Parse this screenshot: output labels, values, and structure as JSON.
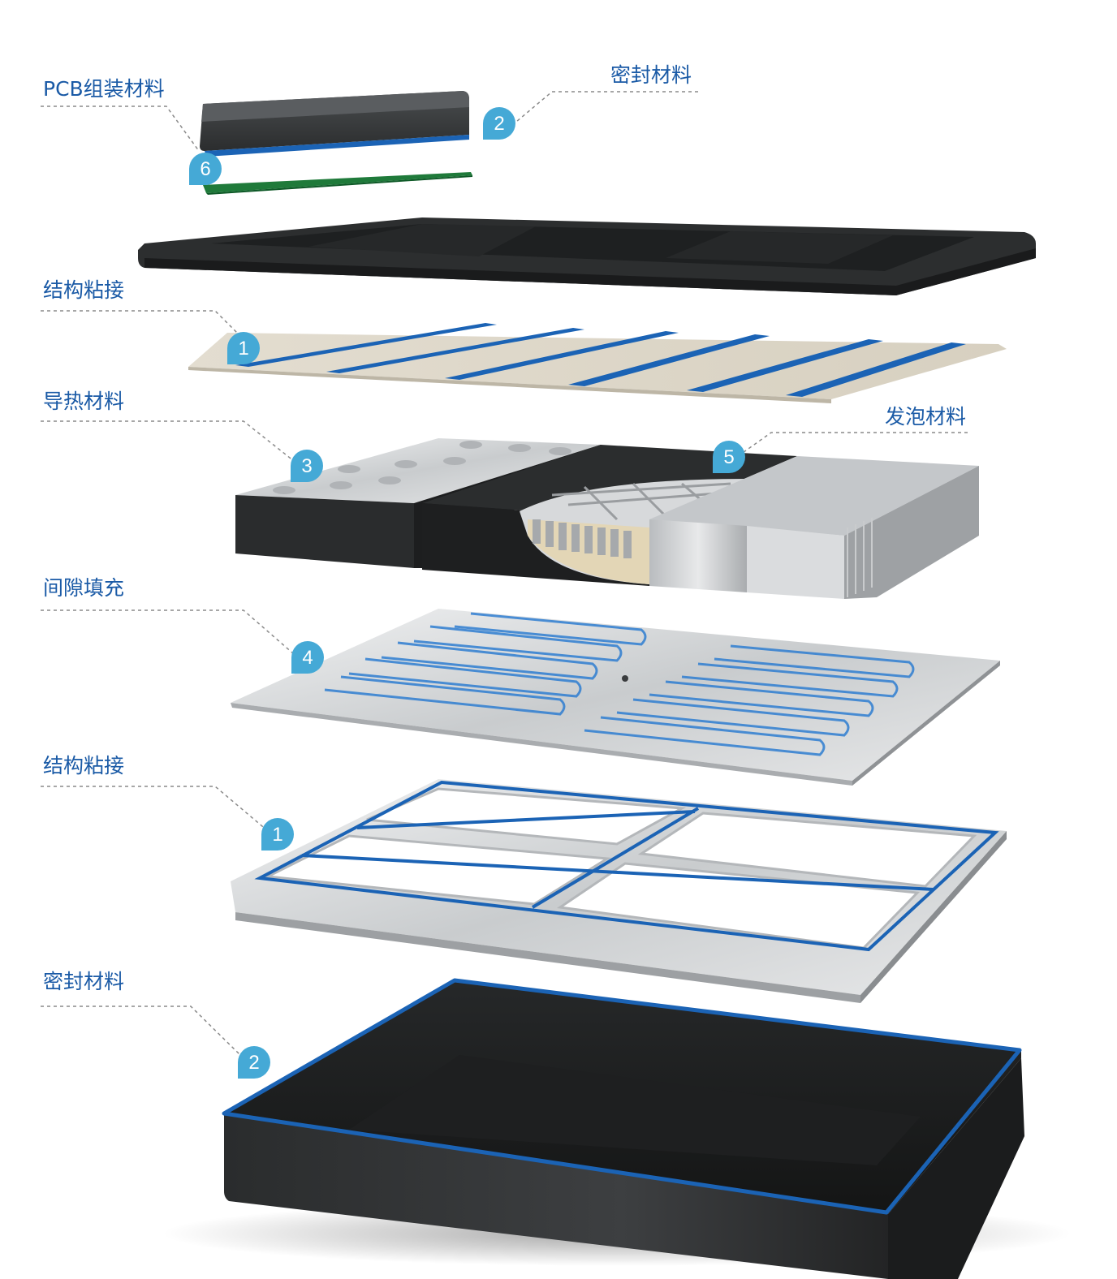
{
  "colors": {
    "label": "#1a5aa6",
    "badge": "#45a9d6",
    "accent_blue": "#1b63b5",
    "leader_line": "#8a8a8a"
  },
  "callouts": {
    "pcb_assembly": {
      "label": "PCB组装材料",
      "badge": "6"
    },
    "seal_top": {
      "label": "密封材料",
      "badge": "2"
    },
    "structural_bond_top": {
      "label": "结构粘接",
      "badge": "1"
    },
    "thermal": {
      "label": "导热材料",
      "badge": "3"
    },
    "foam": {
      "label": "发泡材料",
      "badge": "5"
    },
    "gap_fill": {
      "label": "间隙填充",
      "badge": "4"
    },
    "structural_bond_bottom": {
      "label": "结构粘接",
      "badge": "1"
    },
    "seal_bottom": {
      "label": "密封材料",
      "badge": "2"
    }
  }
}
